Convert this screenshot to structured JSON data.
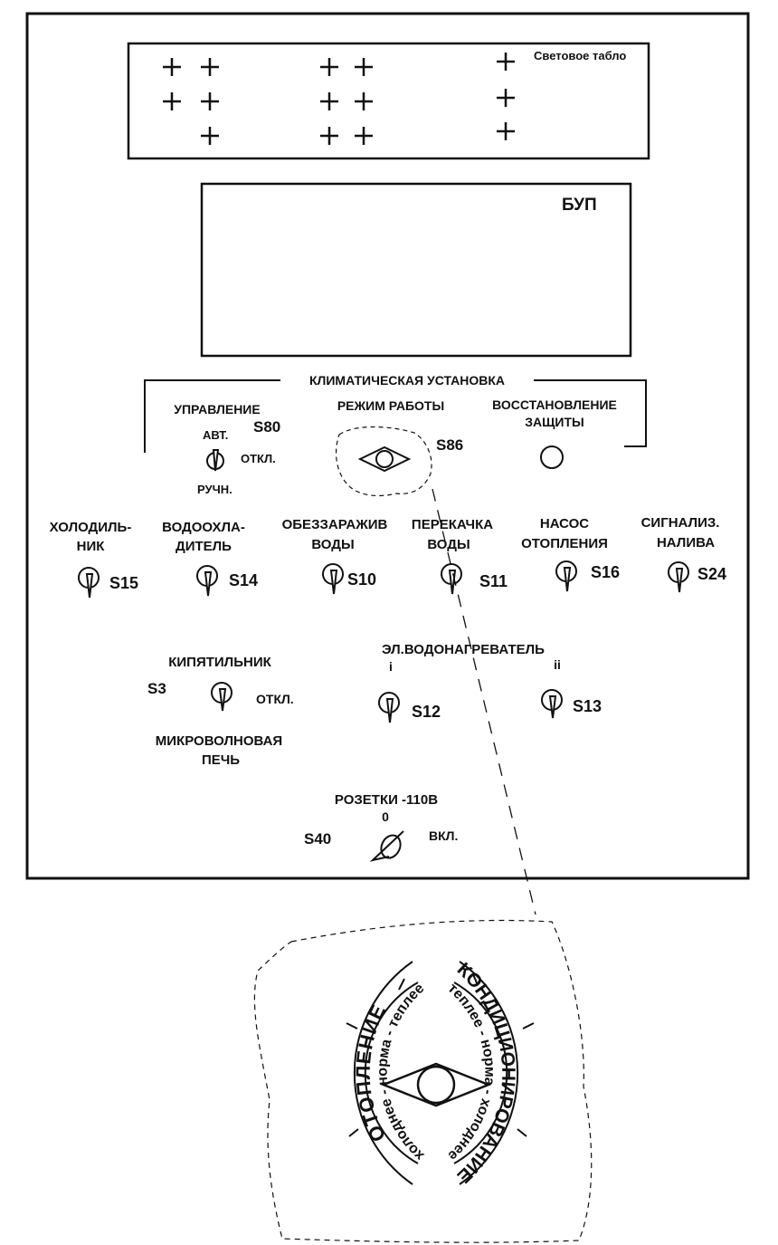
{
  "light_board": {
    "label": "Световое табло"
  },
  "bup": {
    "label": "БУП"
  },
  "climate": {
    "title": "КЛИМАТИЧЕСКАЯ УСТАНОВКА",
    "control": {
      "label": "УПРАВЛЕНИЕ",
      "id": "S80",
      "pos_auto": "АВТ.",
      "pos_off": "ОТКЛ.",
      "pos_manual": "РУЧН."
    },
    "mode": {
      "label": "РЕЖИМ РАБОТЫ",
      "id": "S86"
    },
    "restore": {
      "label_line1": "ВОССТАНОВЛЕНИЕ",
      "label_line2": "ЗАЩИТЫ"
    }
  },
  "switches": [
    {
      "line1": "ХОЛОДИЛЬ-",
      "line2": "НИК",
      "id": "S15"
    },
    {
      "line1": "ВОДООХЛА-",
      "line2": "ДИТЕЛЬ",
      "id": "S14"
    },
    {
      "line1": "ОБЕЗЗАРАЖИВ",
      "line2": "ВОДЫ",
      "id": "S10"
    },
    {
      "line1": "ПЕРЕКАЧКА",
      "line2": "ВОДЫ",
      "id": "S11"
    },
    {
      "line1": "НАСОС",
      "line2": "ОТОПЛЕНИЯ",
      "id": "S16"
    },
    {
      "line1": "СИГНАЛИЗ.",
      "line2": "НАЛИВА",
      "id": "S24"
    }
  ],
  "boiler": {
    "label": "КИПЯТИЛЬНИК",
    "id": "S3",
    "pos_off": "ОТКЛ.",
    "label_bottom1": "МИКРОВОЛНОВАЯ",
    "label_bottom2": "ПЕЧЬ"
  },
  "heater": {
    "label": "ЭЛ.ВОДОНАГРЕВАТЕЛЬ",
    "sub1": "i",
    "sub2": "ii",
    "id1": "S12",
    "id2": "S13"
  },
  "sockets": {
    "label": "РОЗЕТКИ -110В",
    "pos_zero": "0",
    "pos_on": "ВКЛ.",
    "id": "S40"
  },
  "dial": {
    "left_outer": "ОТОПЛЕНИЕ",
    "left_inner": "холоднее - норма - теплее",
    "right_outer": "КОНДИЦИОНИРОВАНИЕ",
    "right_inner": "теплее - норма - холоднее"
  }
}
